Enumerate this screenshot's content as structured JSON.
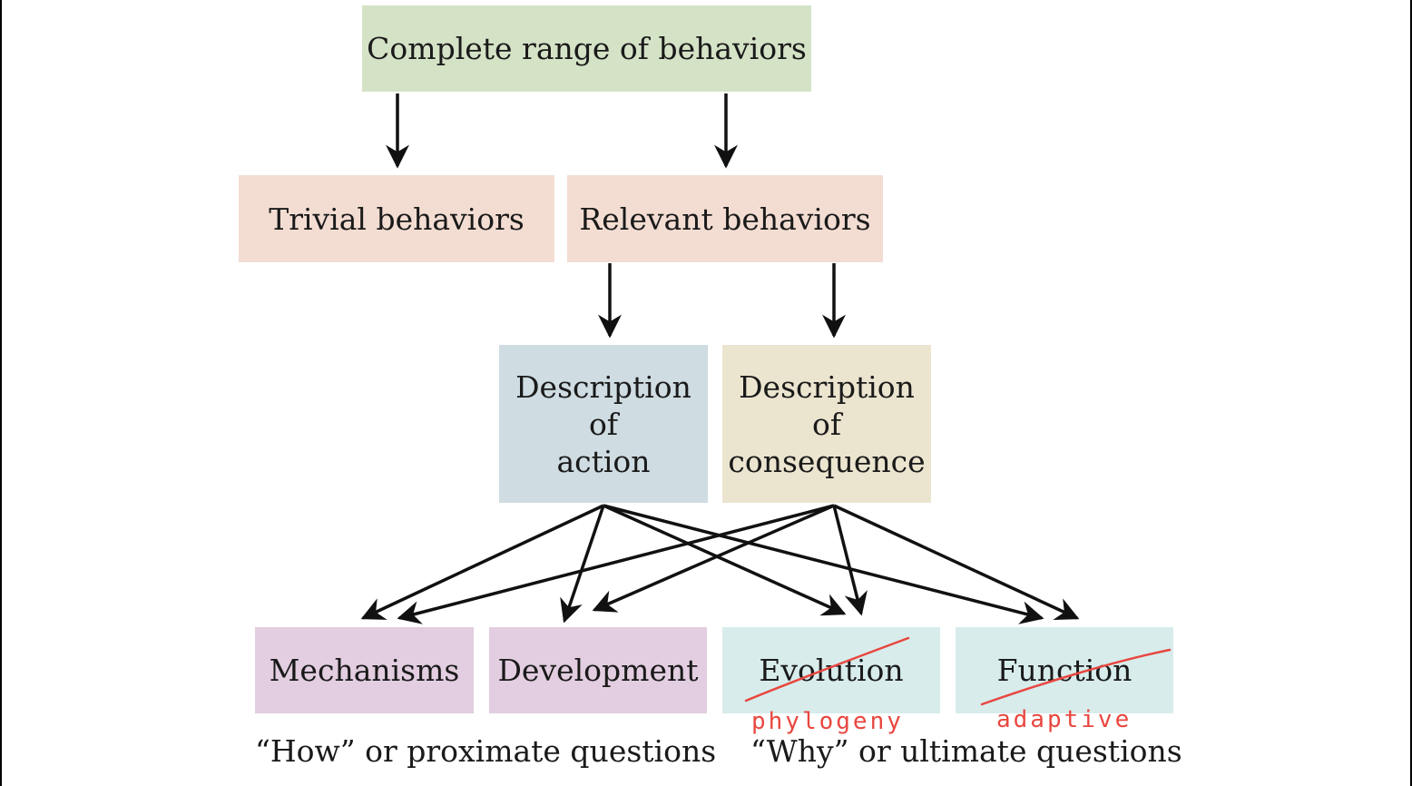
{
  "nodes": {
    "complete": {
      "label": "Complete range of behaviors",
      "color": "#d4e2c6"
    },
    "trivial": {
      "label": "Trivial behaviors",
      "color": "#f3ddd2"
    },
    "relevant": {
      "label": "Relevant behaviors",
      "color": "#f3ddd2"
    },
    "action": {
      "label": "Description\nof\naction",
      "color": "#cfdce2"
    },
    "consequence": {
      "label": "Description\nof\nconsequence",
      "color": "#ebe4cf"
    },
    "mechanisms": {
      "label": "Mechanisms",
      "color": "#e2cee0"
    },
    "development": {
      "label": "Development",
      "color": "#e2cee0"
    },
    "evolution": {
      "label": "Evolution",
      "color": "#d8ecec"
    },
    "function": {
      "label": "Function",
      "color": "#d8ecec"
    }
  },
  "captions": {
    "how": "“How” or proximate questions",
    "why": "“Why” or ultimate questions"
  },
  "annotations": {
    "evolution_note": "phylogeny",
    "function_note": "adaptive",
    "ink_color": "#e8473f"
  },
  "edges": [
    [
      "complete",
      "trivial"
    ],
    [
      "complete",
      "relevant"
    ],
    [
      "relevant",
      "action"
    ],
    [
      "relevant",
      "consequence"
    ],
    [
      "action",
      "mechanisms"
    ],
    [
      "action",
      "development"
    ],
    [
      "action",
      "evolution"
    ],
    [
      "action",
      "function"
    ],
    [
      "consequence",
      "mechanisms"
    ],
    [
      "consequence",
      "development"
    ],
    [
      "consequence",
      "evolution"
    ],
    [
      "consequence",
      "function"
    ]
  ]
}
